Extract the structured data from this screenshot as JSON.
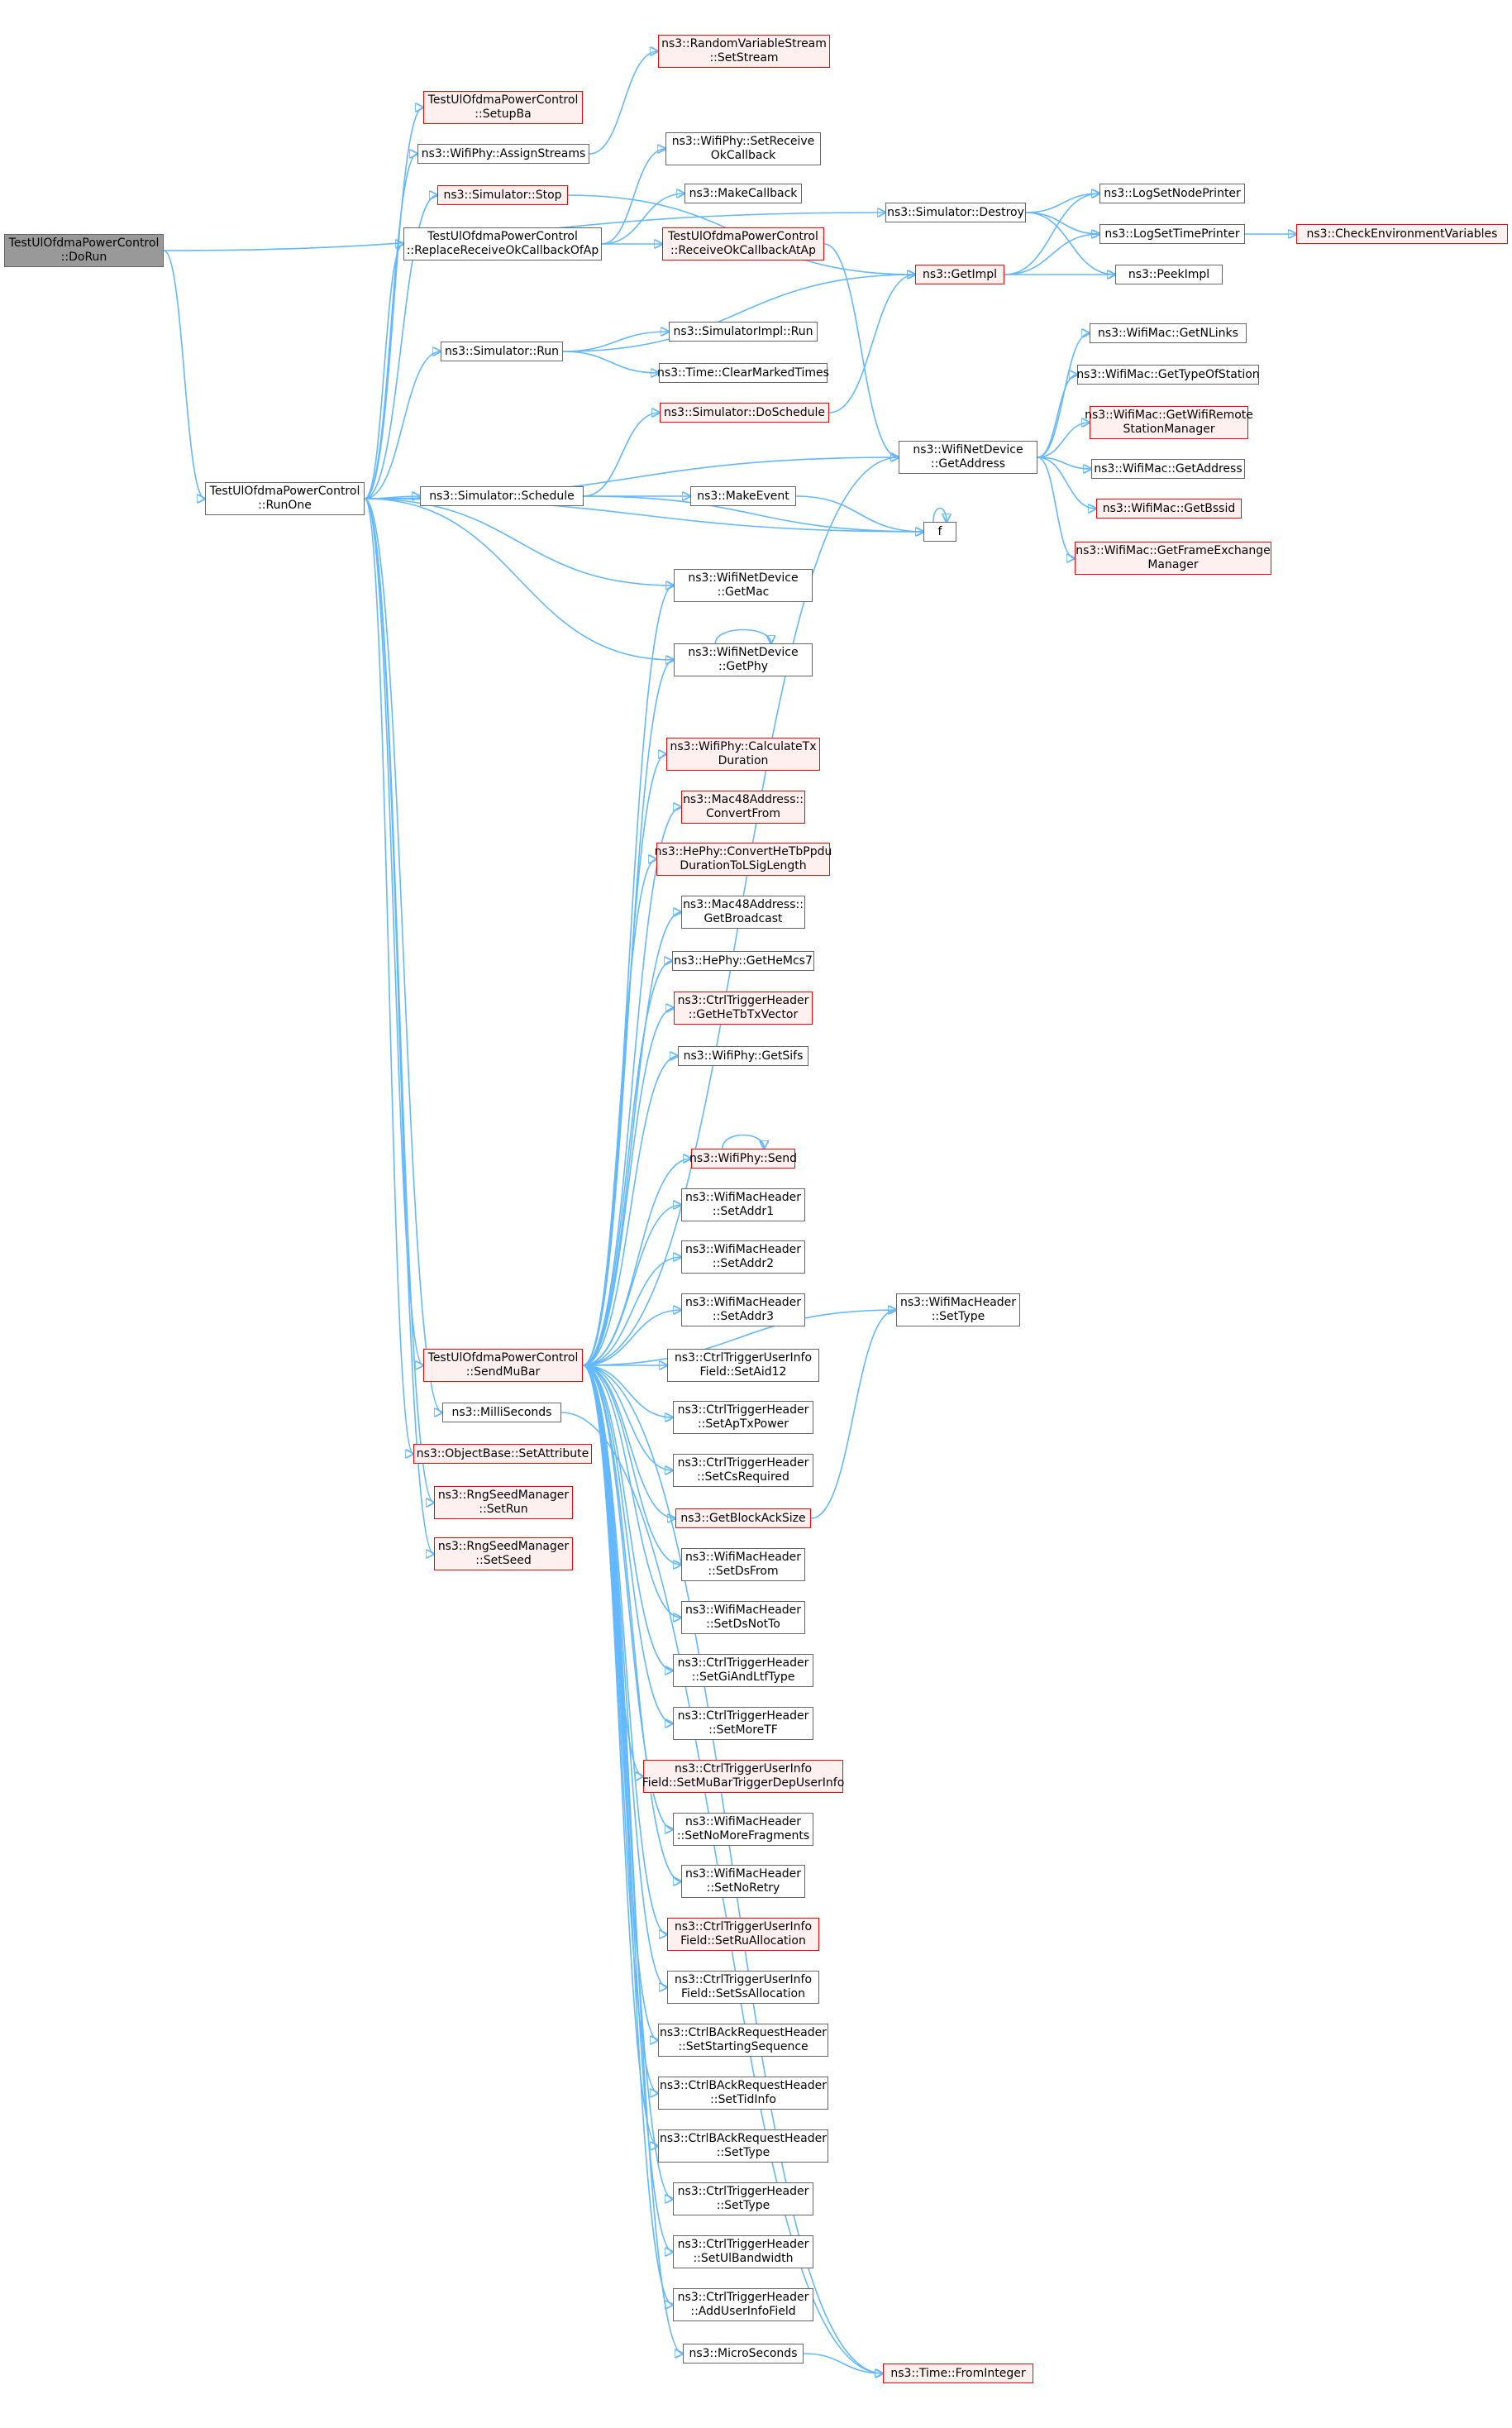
{
  "colors": {
    "edge": "#63b8ff",
    "node_border": "#666666",
    "incomplete_border": "#ff0000",
    "incomplete_fill": "#fff0f0",
    "root_fill": "#999999"
  },
  "nodes": {
    "doRun": "TestUlOfdmaPowerControl\n::DoRun",
    "runOne": "TestUlOfdmaPowerControl\n::RunOne",
    "setupBa": "TestUlOfdmaPowerControl\n::SetupBa",
    "assignStreams": "ns3::WifiPhy::AssignStreams",
    "simStop": "ns3::Simulator::Stop",
    "replaceCb": "TestUlOfdmaPowerControl\n::ReplaceReceiveOkCallbackOfAp",
    "simRun": "ns3::Simulator::Run",
    "simDoSchedule": "ns3::Simulator::DoSchedule",
    "simSchedule": "ns3::Simulator::Schedule",
    "rvsSetStream": "ns3::RandomVariableStream\n::SetStream",
    "setReceiveOk": "ns3::WifiPhy::SetReceive\nOkCallback",
    "makeCallback": "ns3::MakeCallback",
    "receiveOkAtAp": "TestUlOfdmaPowerControl\n::ReceiveOkCallbackAtAp",
    "simImplRun": "ns3::SimulatorImpl::Run",
    "clearMarked": "ns3::Time::ClearMarkedTimes",
    "makeEvent": "ns3::MakeEvent",
    "simDestroy": "ns3::Simulator::Destroy",
    "getImpl": "ns3::GetImpl",
    "logNode": "ns3::LogSetNodePrinter",
    "logTime": "ns3::LogSetTimePrinter",
    "peekImpl": "ns3::PeekImpl",
    "checkEnv": "ns3::CheckEnvironmentVariables",
    "wndGetAddress": "ns3::WifiNetDevice\n::GetAddress",
    "f": "f",
    "getNLinks": "ns3::WifiMac::GetNLinks",
    "getTypeOfStation": "ns3::WifiMac::GetTypeOfStation",
    "getRemoteMgr": "ns3::WifiMac::GetWifiRemote\nStationManager",
    "macGetAddress": "ns3::WifiMac::GetAddress",
    "getBssid": "ns3::WifiMac::GetBssid",
    "getFem": "ns3::WifiMac::GetFrameExchange\nManager",
    "wndGetMac": "ns3::WifiNetDevice\n::GetMac",
    "wndGetPhy": "ns3::WifiNetDevice\n::GetPhy",
    "calcTxDuration": "ns3::WifiPhy::CalculateTx\nDuration",
    "convertFrom": "ns3::Mac48Address::\nConvertFrom",
    "convertHeTb": "ns3::HePhy::ConvertHeTbPpdu\nDurationToLSigLength",
    "getBroadcast": "ns3::Mac48Address::\nGetBroadcast",
    "getHeMcs7": "ns3::HePhy::GetHeMcs7",
    "getHeTbTxVector": "ns3::CtrlTriggerHeader\n::GetHeTbTxVector",
    "getSifs": "ns3::WifiPhy::GetSifs",
    "wifiPhySend": "ns3::WifiPhy::Send",
    "setAddr1": "ns3::WifiMacHeader\n::SetAddr1",
    "setAddr2": "ns3::WifiMacHeader\n::SetAddr2",
    "setAddr3": "ns3::WifiMacHeader\n::SetAddr3",
    "sendMuBar": "TestUlOfdmaPowerControl\n::SendMuBar",
    "setAid12": "ns3::CtrlTriggerUserInfo\nField::SetAid12",
    "setApTxPower": "ns3::CtrlTriggerHeader\n::SetApTxPower",
    "setCsRequired": "ns3::CtrlTriggerHeader\n::SetCsRequired",
    "getBlockAckSize": "ns3::GetBlockAckSize",
    "macSetType": "ns3::WifiMacHeader\n::SetType",
    "setDsFrom": "ns3::WifiMacHeader\n::SetDsFrom",
    "setDsNotTo": "ns3::WifiMacHeader\n::SetDsNotTo",
    "setGiAndLtf": "ns3::CtrlTriggerHeader\n::SetGiAndLtfType",
    "setMoreTf": "ns3::CtrlTriggerHeader\n::SetMoreTF",
    "setMuBarDep": "ns3::CtrlTriggerUserInfo\nField::SetMuBarTriggerDepUserInfo",
    "setNoMoreFrag": "ns3::WifiMacHeader\n::SetNoMoreFragments",
    "setNoRetry": "ns3::WifiMacHeader\n::SetNoRetry",
    "setRuAlloc": "ns3::CtrlTriggerUserInfo\nField::SetRuAllocation",
    "setSsAlloc": "ns3::CtrlTriggerUserInfo\nField::SetSsAllocation",
    "setStartSeq": "ns3::CtrlBAckRequestHeader\n::SetStartingSequence",
    "setTidInfo": "ns3::CtrlBAckRequestHeader\n::SetTidInfo",
    "barSetType": "ns3::CtrlBAckRequestHeader\n::SetType",
    "trigSetType": "ns3::CtrlTriggerHeader\n::SetType",
    "setUlBw": "ns3::CtrlTriggerHeader\n::SetUlBandwidth",
    "addUserInfo": "ns3::CtrlTriggerHeader\n::AddUserInfoField",
    "microSeconds": "ns3::MicroSeconds",
    "fromInteger": "ns3::Time::FromInteger",
    "milliSeconds": "ns3::MilliSeconds",
    "setAttribute": "ns3::ObjectBase::SetAttribute",
    "rngSetRun": "ns3::RngSeedManager\n::SetRun",
    "rngSetSeed": "ns3::RngSeedManager\n::SetSeed"
  }
}
